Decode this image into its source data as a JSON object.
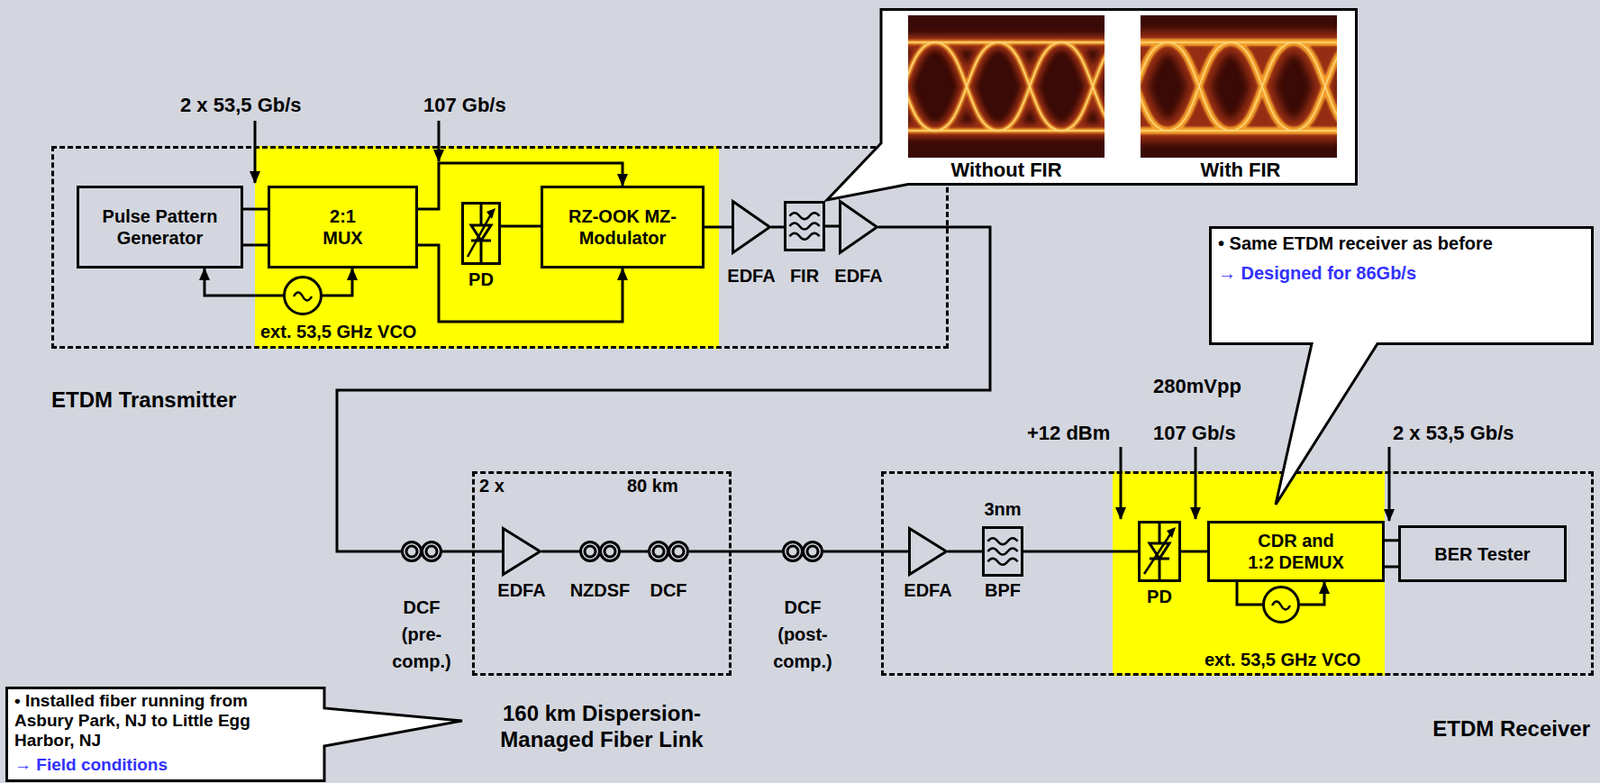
{
  "diagram": {
    "nodes": [
      {
        "text": [
          "ETDM Transmitter"
        ]
      },
      {
        "text": [
          "Pulse Pattern Generator"
        ],
        "in": 0
      },
      {
        "text": [
          "2:1 MUX"
        ],
        "in": 0
      },
      {
        "text": [
          "ext. 53,5 GHz VCO"
        ],
        "in": 0
      },
      {
        "text": [
          "PD"
        ],
        "in": 0
      },
      {
        "text": [
          "RZ-OOK MZ-Modulator"
        ],
        "in": 0
      },
      {
        "text": [
          "EDFA"
        ],
        "in": 0
      },
      {
        "text": [
          "FIR"
        ],
        "in": 0
      },
      {
        "text": [
          "EDFA"
        ],
        "in": 0
      },
      {
        "text": [
          "Without FIR",
          "With FIR"
        ]
      },
      {
        "text": [
          "DCF (pre- comp.)"
        ]
      },
      {
        "text": [
          "2 x",
          "80 km"
        ]
      },
      {
        "text": [
          "EDFA"
        ],
        "in": 11
      },
      {
        "text": [
          "NZDSF"
        ],
        "in": 11
      },
      {
        "text": [
          "DCF"
        ],
        "in": 11
      },
      {
        "text": [
          "DCF (post- comp.)"
        ]
      },
      {
        "text": [
          "• Installed fiber running from Asbury Park, NJ to Little Egg Harbor, NJ",
          "→ Field conditions"
        ]
      },
      {
        "text": [
          "ETDM Receiver"
        ]
      },
      {
        "text": [
          "EDFA"
        ],
        "in": 17
      },
      {
        "text": [
          "3nm",
          "BPF"
        ],
        "in": 17
      },
      {
        "text": [
          "PD"
        ],
        "in": 17
      },
      {
        "text": [
          "CDR and 1:2 DEMUX"
        ],
        "in": 17
      },
      {
        "text": [
          "ext. 53,5 GHz VCO"
        ],
        "in": 17
      },
      {
        "text": [
          "BER Tester"
        ],
        "in": 17
      },
      {
        "text": [
          "• Same ETDM receiver as before",
          "→ Designed for 86Gb/s"
        ]
      }
    ],
    "edges": [
      {
        "from": 1,
        "to": 2,
        "arrow": "none"
      },
      {
        "from": 1,
        "to": 2,
        "arrow": "none"
      },
      {
        "from": 3,
        "to": 1,
        "arrow": "to"
      },
      {
        "from": 3,
        "to": 2,
        "arrow": "to"
      },
      {
        "from": 2,
        "to": 5,
        "arrow": "to"
      },
      {
        "from": 2,
        "to": 5,
        "arrow": "to"
      },
      {
        "from": 4,
        "to": 5,
        "arrow": "none"
      },
      {
        "from": 5,
        "to": 6,
        "arrow": "none"
      },
      {
        "from": 6,
        "to": 7,
        "arrow": "none"
      },
      {
        "from": 7,
        "to": 8,
        "arrow": "none"
      },
      {
        "from": 8,
        "to": 10,
        "arrow": "none"
      },
      {
        "from": 10,
        "to": 12,
        "arrow": "none"
      },
      {
        "from": 12,
        "to": 13,
        "arrow": "none"
      },
      {
        "from": 13,
        "to": 14,
        "arrow": "none"
      },
      {
        "from": 14,
        "to": 15,
        "arrow": "none"
      },
      {
        "from": 15,
        "to": 18,
        "arrow": "none"
      },
      {
        "from": 18,
        "to": 19,
        "arrow": "none"
      },
      {
        "from": 19,
        "to": 20,
        "arrow": "none"
      },
      {
        "from": 20,
        "to": 21,
        "arrow": "none"
      },
      {
        "from": 21,
        "to": 23,
        "arrow": "none"
      },
      {
        "from": 21,
        "to": 23,
        "arrow": "none"
      },
      {
        "from": 21,
        "to": 22,
        "arrow": "none"
      },
      {
        "from": 22,
        "to": 21,
        "arrow": "to"
      }
    ],
    "labels": [
      "2 x 53,5 Gb/s",
      "107 Gb/s",
      "160 km Dispersion- Managed Fiber Link",
      "+12 dBm",
      "280mVpp",
      "107 Gb/s",
      "2 x 53,5 Gb/s"
    ]
  }
}
